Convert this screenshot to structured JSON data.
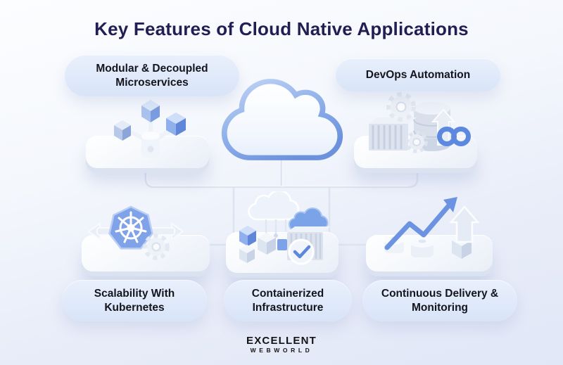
{
  "title": "Key Features of Cloud Native Applications",
  "pills": [
    {
      "id": "microservices",
      "label": "Modular & Decoupled Microservices"
    },
    {
      "id": "devops",
      "label": "DevOps Automation"
    },
    {
      "id": "kubernetes",
      "label": "Scalability With Kubernetes"
    },
    {
      "id": "containerized",
      "label": "Containerized Infrastructure"
    },
    {
      "id": "delivery",
      "label": "Continuous Delivery & Monitoring"
    }
  ],
  "logo": {
    "line1": "EXCELLENT",
    "line2": "WEBWORLD"
  },
  "icons": [
    {
      "name": "microservices-cubes-icon"
    },
    {
      "name": "devops-gears-infinity-icon"
    },
    {
      "name": "central-cloud-icon"
    },
    {
      "name": "kubernetes-helm-icon"
    },
    {
      "name": "containerized-cloud-boxes-icon"
    },
    {
      "name": "growth-arrow-chart-icon"
    }
  ],
  "colors": {
    "title_text": "#221e54",
    "pill_text": "#15151e",
    "pill_bg": "#dce7f9",
    "accent_blue": "#5c87da",
    "bg_top": "#fcfdff",
    "bg_bottom": "#e1e7f7"
  }
}
